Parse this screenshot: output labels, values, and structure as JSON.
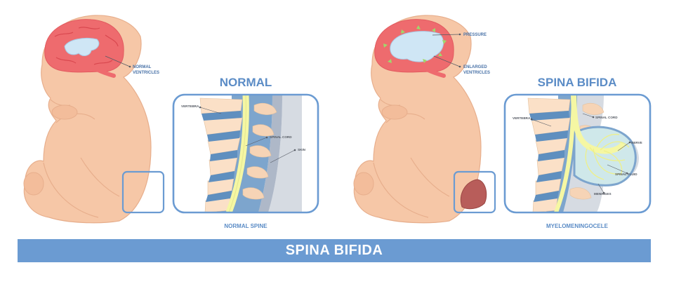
{
  "left": {
    "heading": "NORMAL",
    "caption": "NORMAL SPINE",
    "brain_label": [
      "NORMAL",
      "VENTRICLES"
    ],
    "labels": {
      "vertebra": "VERTEBRA",
      "spinal_cord": "SPINAL CORD",
      "skin": "SKIN"
    }
  },
  "right": {
    "heading": "SPINA BIFIDA",
    "caption": "MYELOMENINGOCELE",
    "brain_labels": {
      "pressure": "PRESSURE",
      "enlarged": [
        "ENLARGED",
        "VENTRICLES"
      ]
    },
    "labels": {
      "vertebra": "VERTEBRA",
      "spinal_cord": "SPINAL CORD",
      "nerve": "NERVE",
      "spinal_fluid": "SPINAL FLUID",
      "meninges": "MENINGES"
    }
  },
  "banner": "SPINA BIFIDA",
  "colors": {
    "skin": "#f6c7a7",
    "skin_shadow": "#eab08f",
    "brain": "#ee6b6e",
    "ventricle": "#cfe6f5",
    "bone": "#fbe0c7",
    "disc": "#5f8fbf",
    "cord": "#f5f7a3",
    "accent": "#6b9bd2",
    "cele": "#b85d5a"
  }
}
